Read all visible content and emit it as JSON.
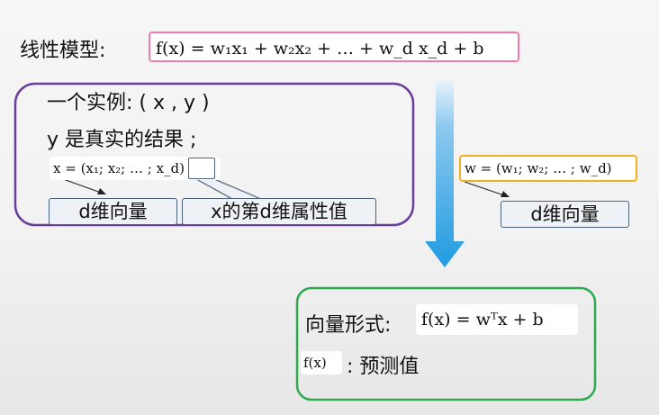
{
  "linear_model": {
    "label": "线性模型:",
    "formula": "f(x) = w₁x₁ + w₂x₂ + … + w_d x_d + b"
  },
  "example_box": {
    "line1": "一个实例: ( x , y )",
    "line2": "y 是真实的结果 ;",
    "x_eq": "x = (x₁; x₂; … ; x_d)",
    "tag_dim": "d维向量",
    "tag_attr": "x的第d维属性值"
  },
  "w_box": {
    "w_eq": "w = (w₁; w₂; … ; w_d)",
    "tag_dim": "d维向量"
  },
  "vector_box": {
    "label": "向量形式:",
    "formula": "f(x) = wᵀx + b",
    "pred_symbol": "f(x)",
    "pred_label": ": 预测值"
  },
  "colors": {
    "pink_border": "#f07aa8",
    "purple_border": "#6a3d9a",
    "yellow_border": "#f2b01e",
    "green_border": "#2eaa4e",
    "arrow_blue": "#1f9be0",
    "tag_border": "#4a6378"
  }
}
